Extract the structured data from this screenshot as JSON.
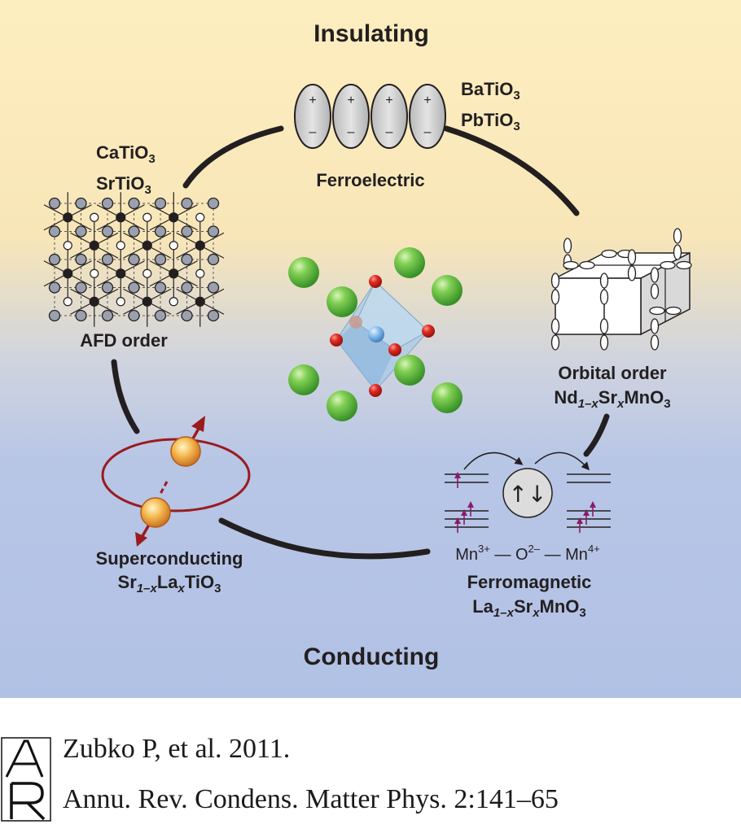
{
  "figure": {
    "top_label": "Insulating",
    "bottom_label": "Conducting",
    "ferroelectric": {
      "title": "Ferroelectric",
      "materials": [
        [
          "BaTiO",
          "3"
        ],
        [
          "PbTiO",
          "3"
        ]
      ],
      "plus": "+",
      "minus": "–"
    },
    "afd": {
      "title": "AFD order",
      "materials": [
        [
          "CaTiO",
          "3"
        ],
        [
          "SrTiO",
          "3"
        ]
      ]
    },
    "orbital": {
      "title": "Orbital order",
      "material": {
        "a": "Nd",
        "a_sub": "1–x",
        "b": "Sr",
        "b_sub": "x",
        "c": "MnO",
        "c_sub": "3"
      }
    },
    "ferromagnetic": {
      "title": "Ferromagnetic",
      "material": {
        "a": "La",
        "a_sub": "1–x",
        "b": "Sr",
        "b_sub": "x",
        "c": "MnO",
        "c_sub": "3"
      },
      "exchange": {
        "left_ion": "Mn",
        "left_charge": "3+",
        "dash": "—",
        "middle_ion": "O",
        "middle_charge": "2–",
        "right_ion": "Mn",
        "right_charge": "4+"
      },
      "spin_symbol": "↑↓"
    },
    "superconducting": {
      "title": "Superconducting",
      "material": {
        "a": "Sr",
        "a_sub": "1–x",
        "b": "La",
        "b_sub": "x",
        "c": "TiO",
        "c_sub": "3"
      }
    },
    "colors": {
      "top_band": "#fbeab8",
      "bottom_band": "#b3c3e6",
      "ring": "#231f20",
      "arrow_red": "#9a1b1f",
      "spin_arrow": "#8b1a6e",
      "green_ion": "#5cb53a",
      "red_ion": "#d8231f",
      "octahedron": "#9cc6ea"
    }
  },
  "credit": {
    "logo": "AR",
    "line1": "Zubko P, et al. 2011.",
    "line2": "Annu. Rev. Condens. Matter Phys. 2:141–65"
  }
}
